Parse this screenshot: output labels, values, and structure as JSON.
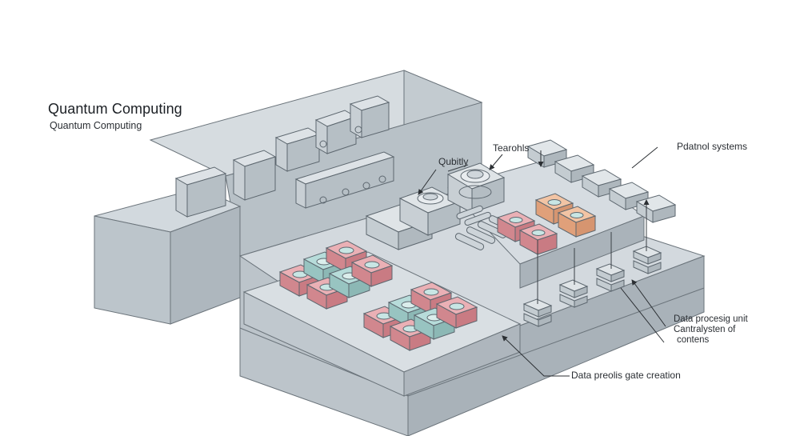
{
  "title": "Quantum Computing",
  "subtitle": "Quantum Computing",
  "labels": {
    "qubits": "Qubitly",
    "tearohls": "Tearohls",
    "control": "Pdatnol systems",
    "processing_unit": "Data procesig unit",
    "central_line1": "Cantralysten of",
    "central_line2": "contens",
    "gate_creation": "Data preolis gate creation"
  },
  "colors": {
    "face_top": "#d4dbe0",
    "face_left": "#bcc5cb",
    "face_right": "#aab3ba",
    "outline": "#5d676f",
    "qubit_pink": "#e3a0a6",
    "qubit_teal": "#b7dcda",
    "qubit_orange": "#f0b58c"
  }
}
